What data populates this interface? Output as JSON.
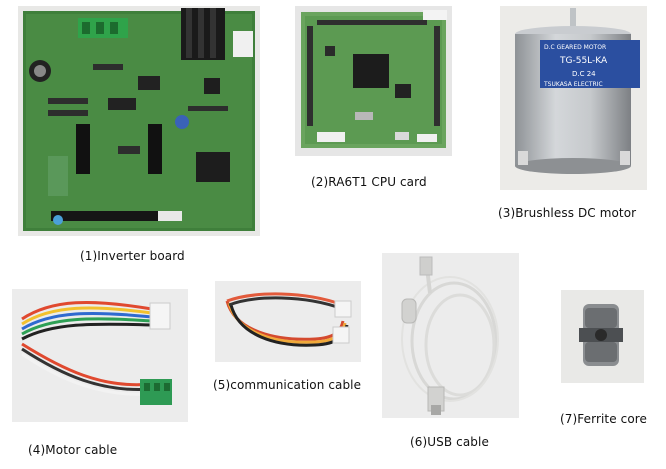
{
  "items": [
    {
      "id": 1,
      "caption": "(1)Inverter board"
    },
    {
      "id": 2,
      "caption": "(2)RA6T1 CPU card"
    },
    {
      "id": 3,
      "caption": "(3)Brushless DC motor",
      "motor_label": {
        "line1": "D.C GEARED MOTOR",
        "line2": "TG-55L-KA",
        "line3": "D.C 24",
        "line4": "TSUKASA ELECTRIC"
      }
    },
    {
      "id": 4,
      "caption": "(4)Motor cable"
    },
    {
      "id": 5,
      "caption": "(5)communication cable"
    },
    {
      "id": 6,
      "caption": "(6)USB cable"
    },
    {
      "id": 7,
      "caption": "(7)Ferrite core"
    }
  ],
  "colors": {
    "pcb_green": "#3e7d3c",
    "pcb_light": "#6aa45e",
    "motor_silver": "#b8bcc0",
    "motor_label_blue": "#2b4fa0",
    "photo_bg": "#e6e6e6"
  }
}
